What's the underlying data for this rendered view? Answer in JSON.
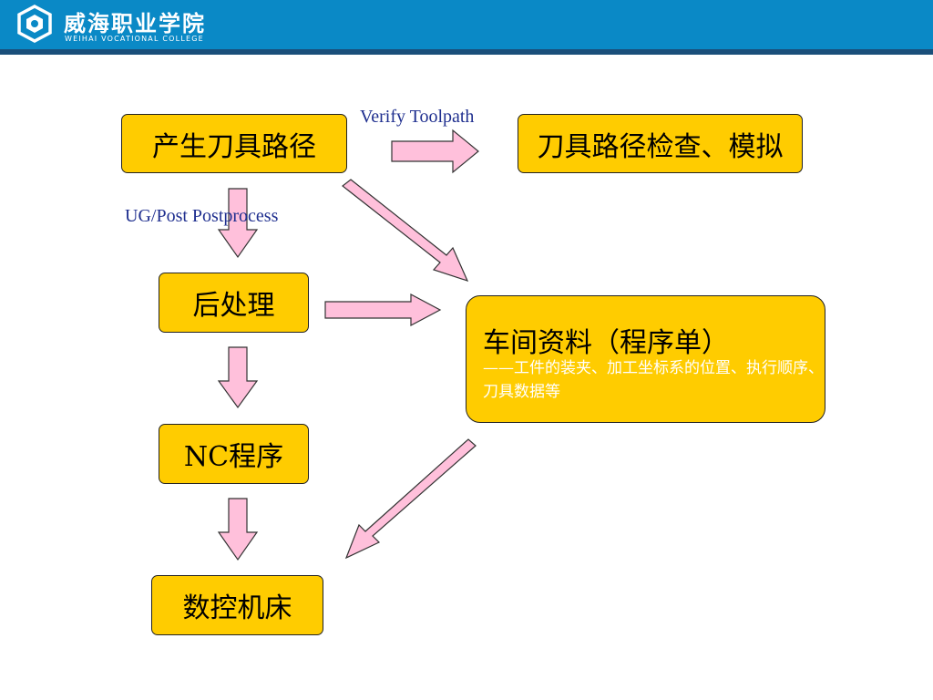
{
  "header": {
    "college_name_cn": "威海职业学院",
    "college_name_en": "WEIHAI VOCATIONAL COLLEGE",
    "logo_icon": "college-logo-icon",
    "colors": {
      "bar": "#0a89c6",
      "stripe": "#1a4f7a"
    }
  },
  "diagram": {
    "nodes": {
      "generate_toolpath": "产生刀具路径",
      "verify_simulate": "刀具路径检查、模拟",
      "postprocess": "后处理",
      "workshop_docs": "车间资料（程序单）",
      "workshop_docs_detail": "——工件的装夹、加工坐标系的位置、执行顺序、刀具数据等",
      "nc_program": "NC程序",
      "cnc_machine": "数控机床"
    },
    "labels": {
      "verify_toolpath": "Verify Toolpath",
      "ug_post": "UG/Post Postprocess"
    },
    "colors": {
      "box_fill": "#ffcc00",
      "arrow_fill": "#ffc0db",
      "label_text": "#1f2f8f"
    }
  }
}
